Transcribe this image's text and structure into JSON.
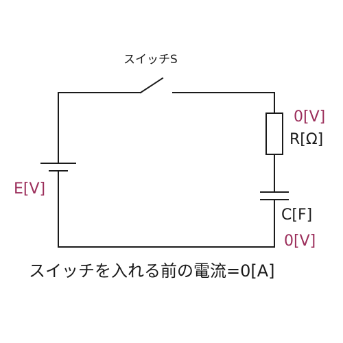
{
  "diagram": {
    "switch_label": "スイッチS",
    "battery_label": "E[V]",
    "resistor_label": "R[Ω]",
    "capacitor_label": "C[F]",
    "resistor_voltage": "0[V]",
    "capacitor_voltage": "0[V]",
    "caption": "スイッチを入れる前の電流=0[A]"
  },
  "colors": {
    "wire": "#1a1a1a",
    "accent": "#9b2d5a",
    "background": "#ffffff"
  }
}
